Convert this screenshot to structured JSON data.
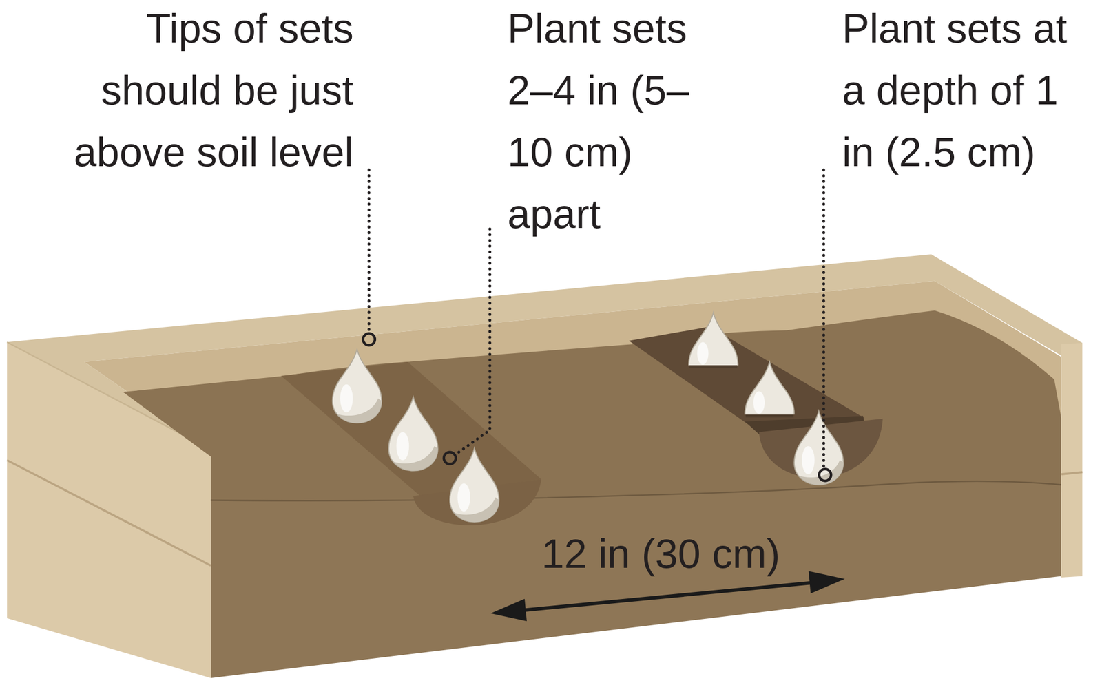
{
  "diagram": {
    "labels": [
      "Tips of sets should be just above soil level",
      "Plant sets 2–4 in (5–10 cm) apart",
      "Plant sets at a depth of 1 in (2.5 cm)",
      "12 in (30 cm)"
    ]
  }
}
